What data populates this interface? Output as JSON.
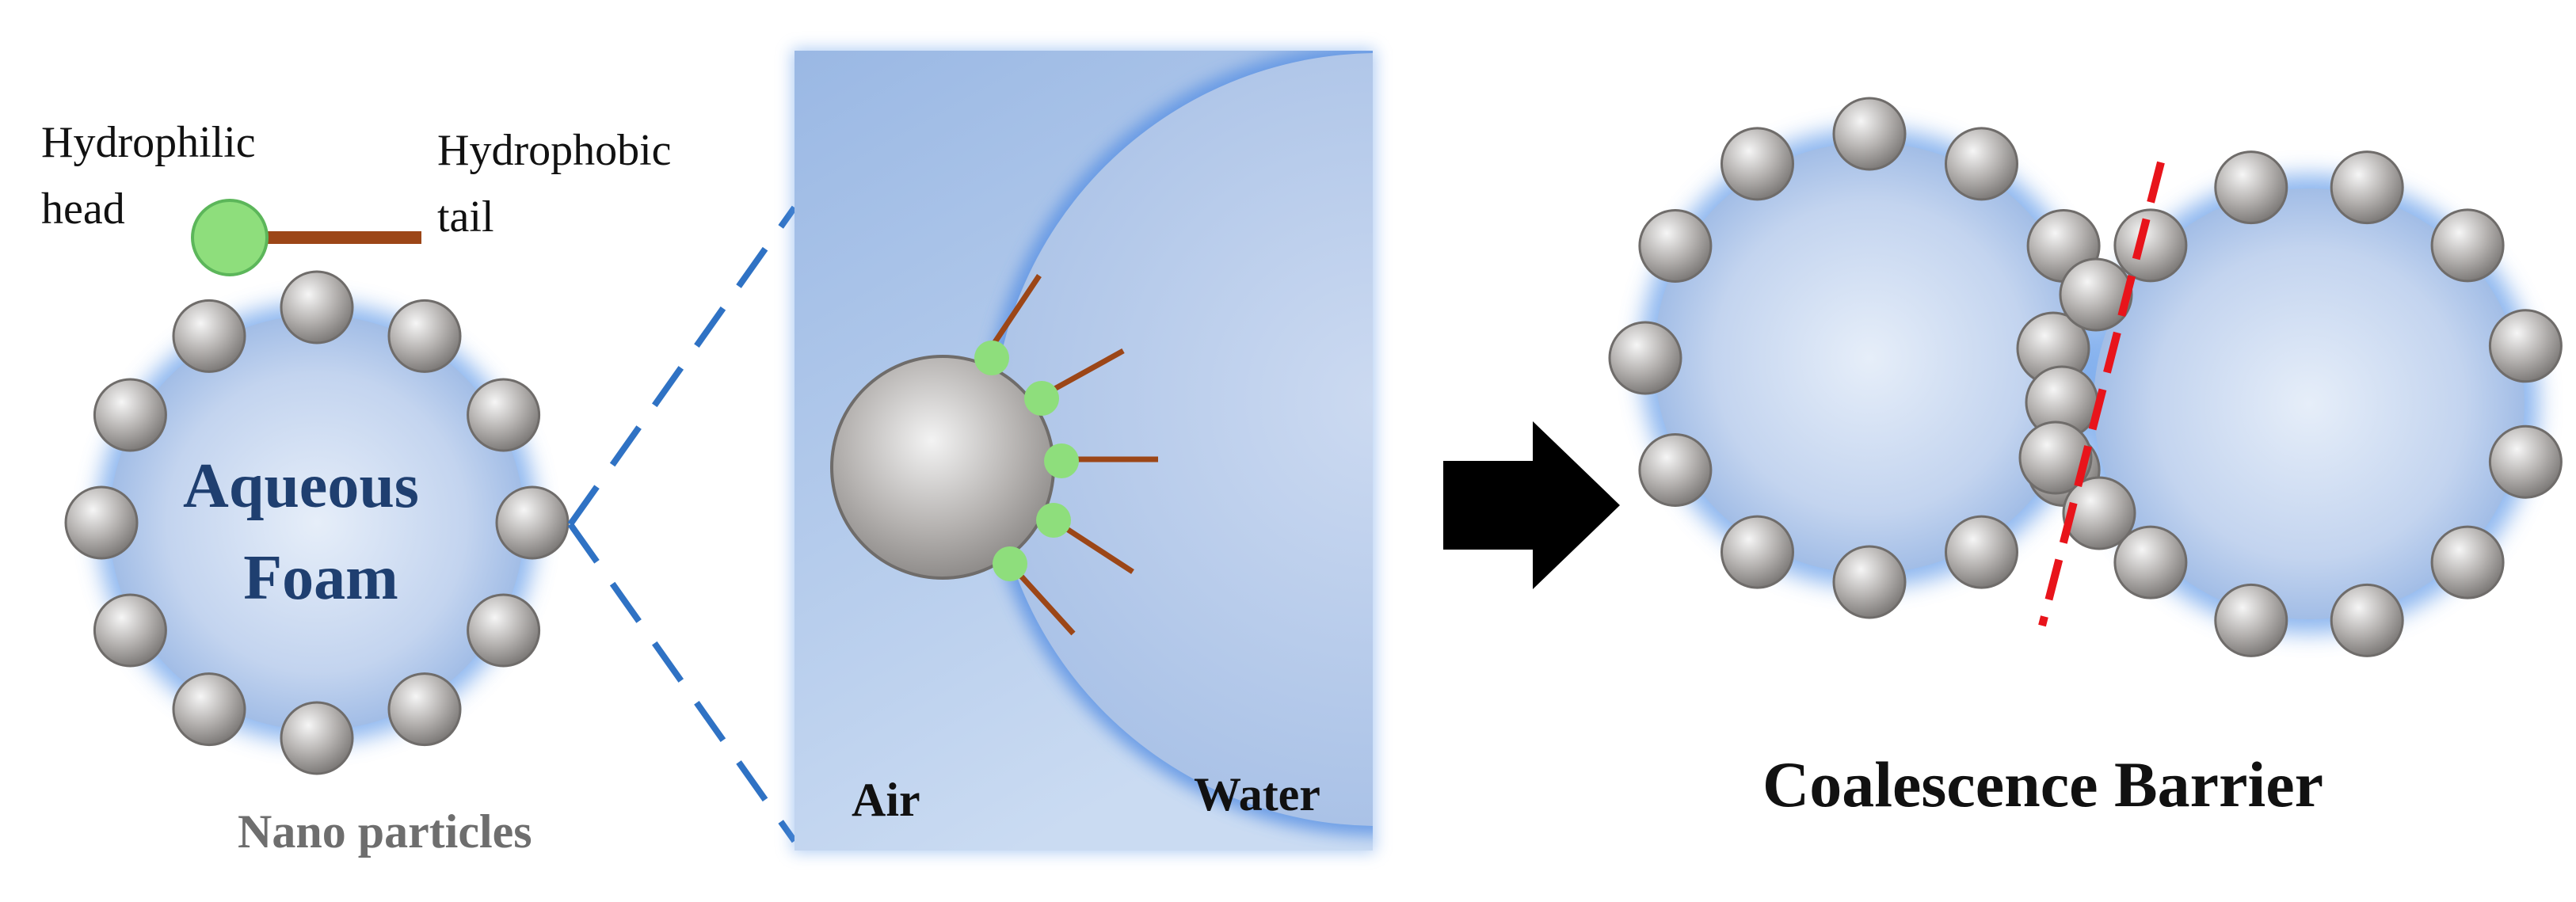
{
  "labels": {
    "hydrophilic_head": [
      "Hydrophilic",
      "head"
    ],
    "hydrophobic_tail": [
      "Hydrophobic",
      "tail"
    ],
    "foam": [
      "Aqueous",
      "Foam"
    ],
    "nano_particles": "Nano particles",
    "air": "Air",
    "water": "Water",
    "coalescence_barrier": "Coalescence Barrier"
  },
  "colors": {
    "bubble": "#c2d4ef",
    "bubble_glow": "#6aa0ea",
    "particle": "#a9a6a4",
    "head": "#8ede7c",
    "tail": "#9c4617",
    "zoom_line": "#2f72c4",
    "barrier_line": "#e8141b",
    "arrow": "#000000",
    "foam_text": "#1f3f70",
    "nano_text": "#6e6e6e"
  }
}
